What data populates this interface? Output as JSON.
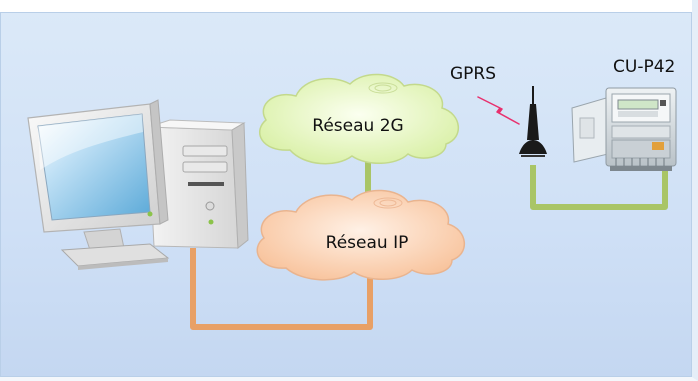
{
  "labels": {
    "gprs": "GPRS",
    "device": "CU-P42",
    "network_2g": "Réseau 2G",
    "network_ip": "Réseau IP"
  },
  "colors": {
    "background": "#cfe0f6",
    "cloud_2g": "#e4f5b8",
    "cloud_ip": "#fbd3b4",
    "link_orange": "#e8a066",
    "link_green": "#a9c566",
    "gprs_signal": "#e8306e",
    "antenna": "#1a1a1a"
  },
  "icons": {
    "computer": "desktop-computer-icon",
    "antenna": "antenna-icon",
    "signal": "lightning-signal-icon",
    "meter": "electric-meter-icon"
  }
}
